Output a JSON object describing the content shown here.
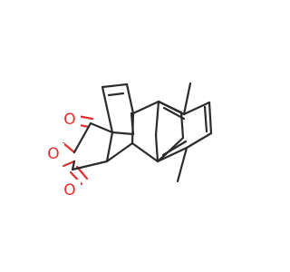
{
  "molecule": {
    "atoms": {
      "carbonyl_oxygen_top": "O",
      "ring_oxygen": "O",
      "carbonyl_oxygen_bottom": "O"
    },
    "colors": {
      "bond": "#2b2b2b",
      "oxygen": "#e03030",
      "background": "#ffffff"
    }
  }
}
